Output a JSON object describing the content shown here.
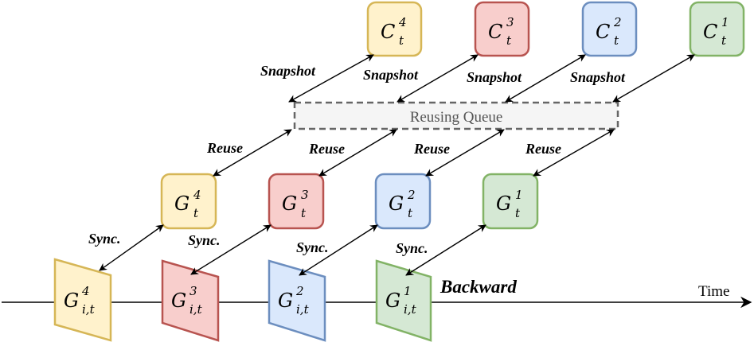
{
  "colors": {
    "yellow_fill": "#fff2cc",
    "yellow_stroke": "#d6b656",
    "red_fill": "#f8cecc",
    "red_stroke": "#b85450",
    "blue_fill": "#dae8fc",
    "blue_stroke": "#6c8ebf",
    "green_fill": "#d5e8d4",
    "green_stroke": "#82b366",
    "queue_fill": "#f5f5f5",
    "queue_stroke": "#666666",
    "ink": "#000000"
  },
  "snapshots": [
    {
      "base": "C",
      "sup": "4",
      "sub": "t",
      "color": "yellow"
    },
    {
      "base": "C",
      "sup": "3",
      "sub": "t",
      "color": "red"
    },
    {
      "base": "C",
      "sup": "2",
      "sub": "t",
      "color": "blue"
    },
    {
      "base": "C",
      "sup": "1",
      "sub": "t",
      "color": "green"
    }
  ],
  "gradients": [
    {
      "base": "G",
      "sup": "4",
      "sub": "t",
      "color": "yellow"
    },
    {
      "base": "G",
      "sup": "3",
      "sub": "t",
      "color": "red"
    },
    {
      "base": "G",
      "sup": "2",
      "sub": "t",
      "color": "blue"
    },
    {
      "base": "G",
      "sup": "1",
      "sub": "t",
      "color": "green"
    }
  ],
  "local_gradients": [
    {
      "base": "G",
      "sup": "4",
      "sub": "i,t",
      "color": "yellow"
    },
    {
      "base": "G",
      "sup": "3",
      "sub": "i,t",
      "color": "red"
    },
    {
      "base": "G",
      "sup": "2",
      "sub": "i,t",
      "color": "blue"
    },
    {
      "base": "G",
      "sup": "1",
      "sub": "i,t",
      "color": "green"
    }
  ],
  "labels": {
    "snapshot": [
      "Snapshot",
      "Snapshot",
      "Snapshot",
      "Snapshot"
    ],
    "reuse": [
      "Reuse",
      "Reuse",
      "Reuse",
      "Reuse"
    ],
    "sync": [
      "Sync.",
      "Sync.",
      "Sync.",
      "Sync."
    ],
    "queue": "Reusing Queue",
    "backward": "Backward",
    "time": "Time"
  }
}
